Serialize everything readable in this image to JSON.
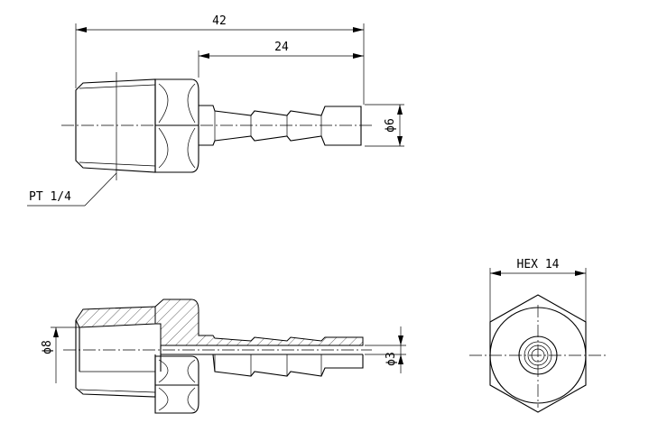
{
  "dimensions": {
    "overall_length": "42",
    "barb_length": "24",
    "outer_diameter": "ϕ6",
    "thread": "PT 1/4",
    "bore_diameter": "ϕ8",
    "hole_diameter": "ϕ3",
    "hex_size": "HEX 14"
  }
}
